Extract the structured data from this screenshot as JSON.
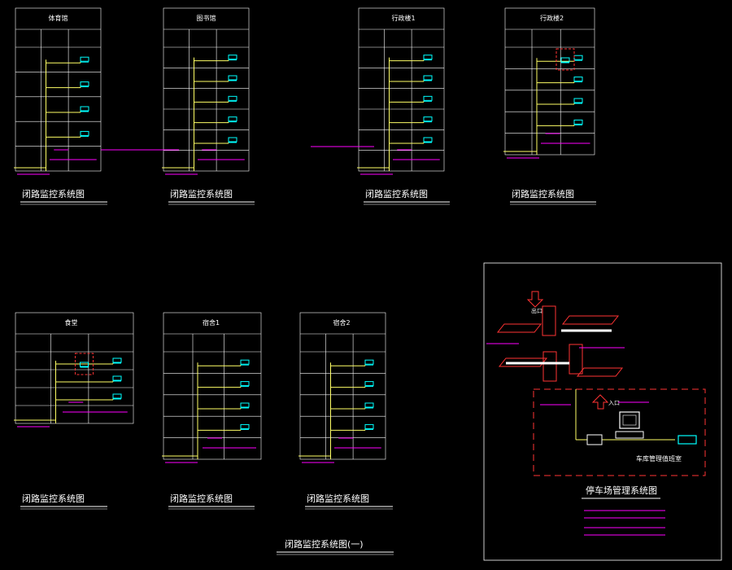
{
  "colors": {
    "background": "#000000",
    "grid": "#ffffff",
    "wire": "#ffff66",
    "magenta": "#ff00ff",
    "camera": "#00ffff",
    "red": "#ff3333",
    "caption": "#ffffff"
  },
  "captions": {
    "d1": "闭路监控系统图",
    "d2": "闭路监控系统图",
    "d3": "闭路监控系统图",
    "d4": "闭路监控系统图",
    "d5": "闭路监控系统图",
    "d6": "闭路监控系统图",
    "d7": "闭路监控系统图",
    "sheet_title": "闭路监控系统图(一)",
    "parking_title": "停车场管理系统图"
  },
  "panel_titles": {
    "d1": "体育馆",
    "d2": "图书馆",
    "d3": "行政楼1",
    "d4": "行政楼2",
    "d5": "食堂",
    "d6": "宿舍1",
    "d7": "宿舍2"
  },
  "parking": {
    "room_label": "车库管理值班室",
    "entry_label": "入口",
    "exit_label": "出口"
  }
}
